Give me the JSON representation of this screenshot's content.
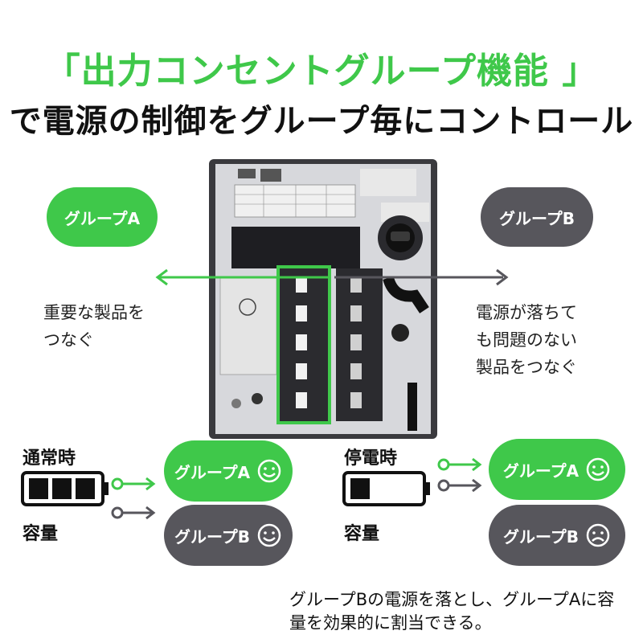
{
  "title_line1": "「出力コンセントグループ機能 」",
  "title_line2": "で電源の制御をグループ毎にコントロール",
  "groups": {
    "a": "グループA",
    "b": "グループB"
  },
  "labels": {
    "a_side": [
      "重要な製品を",
      "つなぐ"
    ],
    "b_side": [
      "電源が落ちて",
      "も問題のない",
      "製品をつなぐ"
    ]
  },
  "normal": {
    "state": "通常時",
    "capacity": "容量",
    "battery_level": 1.0,
    "group_a": "グループA",
    "group_b": "グループB",
    "face_a": "smile",
    "face_b": "smile"
  },
  "outage": {
    "state": "停電時",
    "capacity": "容量",
    "battery_level": 0.33,
    "group_a": "グループA",
    "group_b": "グループB",
    "face_a": "smile",
    "face_b": "frown"
  },
  "note": "グループBの電源を落とし、グループAに容量を効果的に割当できる。",
  "colors": {
    "accent": "#3fc84a",
    "dark": "#57565c"
  }
}
